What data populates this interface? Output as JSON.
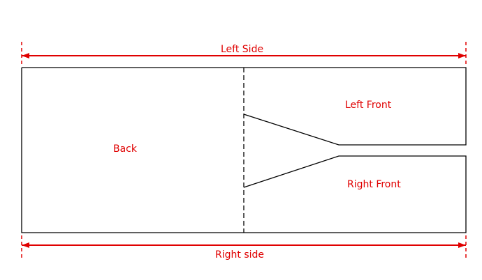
{
  "colors": {
    "annotation": "#e00000",
    "outline": "#000000",
    "background": "#ffffff"
  },
  "labels": {
    "left_side": "Left Side",
    "right_side": "Right side",
    "back": "Back",
    "left_front": "Left Front",
    "right_front": "Right Front"
  }
}
